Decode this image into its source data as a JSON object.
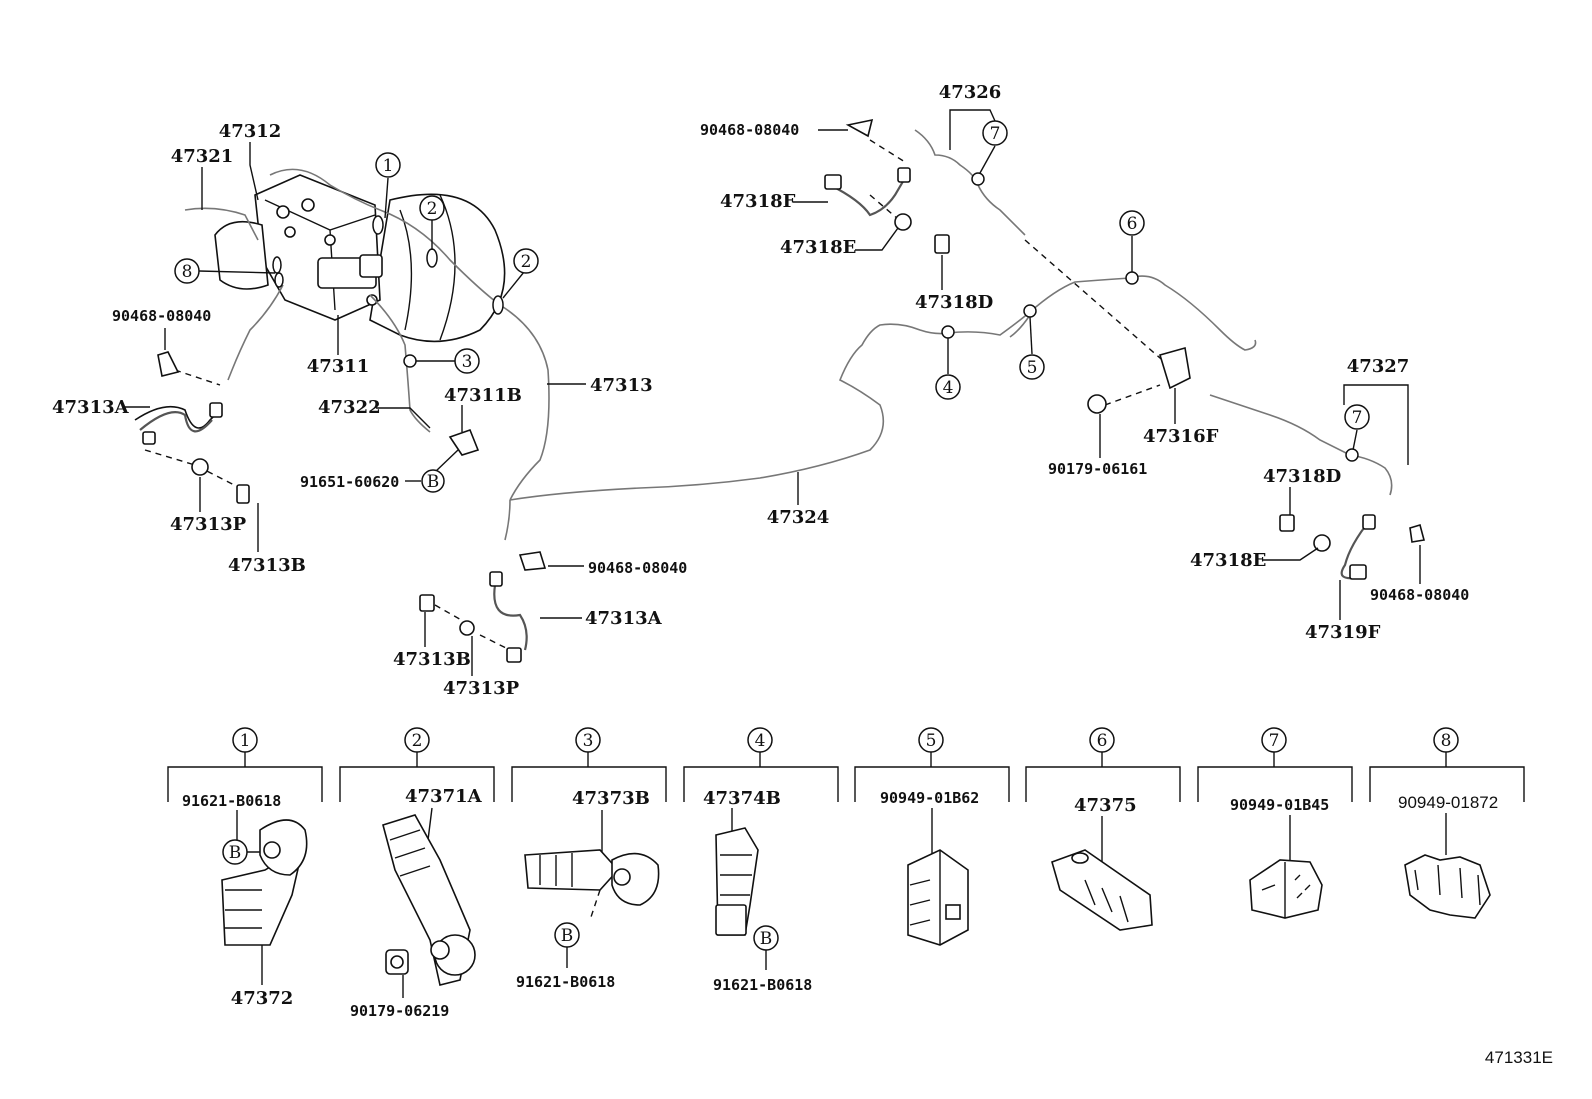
{
  "diagram_code": "471331E",
  "callouts": {
    "p47326": "47326",
    "p47312": "47312",
    "p47321": "47321",
    "p90468_a": "90468-08040",
    "p47318F": "47318F",
    "p47318E_a": "47318E",
    "p47318D_a": "47318D",
    "p90468_b": "90468-08040",
    "p47311": "47311",
    "p47313": "47313",
    "p47313A_a": "47313A",
    "p47322": "47322",
    "p47311B": "47311B",
    "p91651": "91651-60620",
    "p47313P_a": "47313P",
    "p47313B_a": "47313B",
    "p47324": "47324",
    "p90468_c": "90468-08040",
    "p47313A_b": "47313A",
    "p47313B_b": "47313B",
    "p47313P_b": "47313P",
    "p47327": "47327",
    "p47316F": "47316F",
    "p90179_06161": "90179-06161",
    "p47318D_b": "47318D",
    "p47318E_b": "47318E",
    "p90468_d": "90468-08040",
    "p47319F": "47319F"
  },
  "marker_B": "B",
  "markers": [
    "1",
    "2",
    "2",
    "3",
    "4",
    "5",
    "6",
    "7",
    "7",
    "8"
  ],
  "groups": [
    {
      "num": "1",
      "top": "91621-B0618",
      "bottom": "47372"
    },
    {
      "num": "2",
      "top": "47371A",
      "bottom": "90179-06219"
    },
    {
      "num": "3",
      "top": "47373B",
      "bottom": "91621-B0618"
    },
    {
      "num": "4",
      "top": "47374B",
      "bottom": "91621-B0618"
    },
    {
      "num": "5",
      "top": "90949-01B62"
    },
    {
      "num": "6",
      "top": "47375"
    },
    {
      "num": "7",
      "top": "90949-01B45"
    },
    {
      "num": "8",
      "top": "90949-01872"
    }
  ]
}
